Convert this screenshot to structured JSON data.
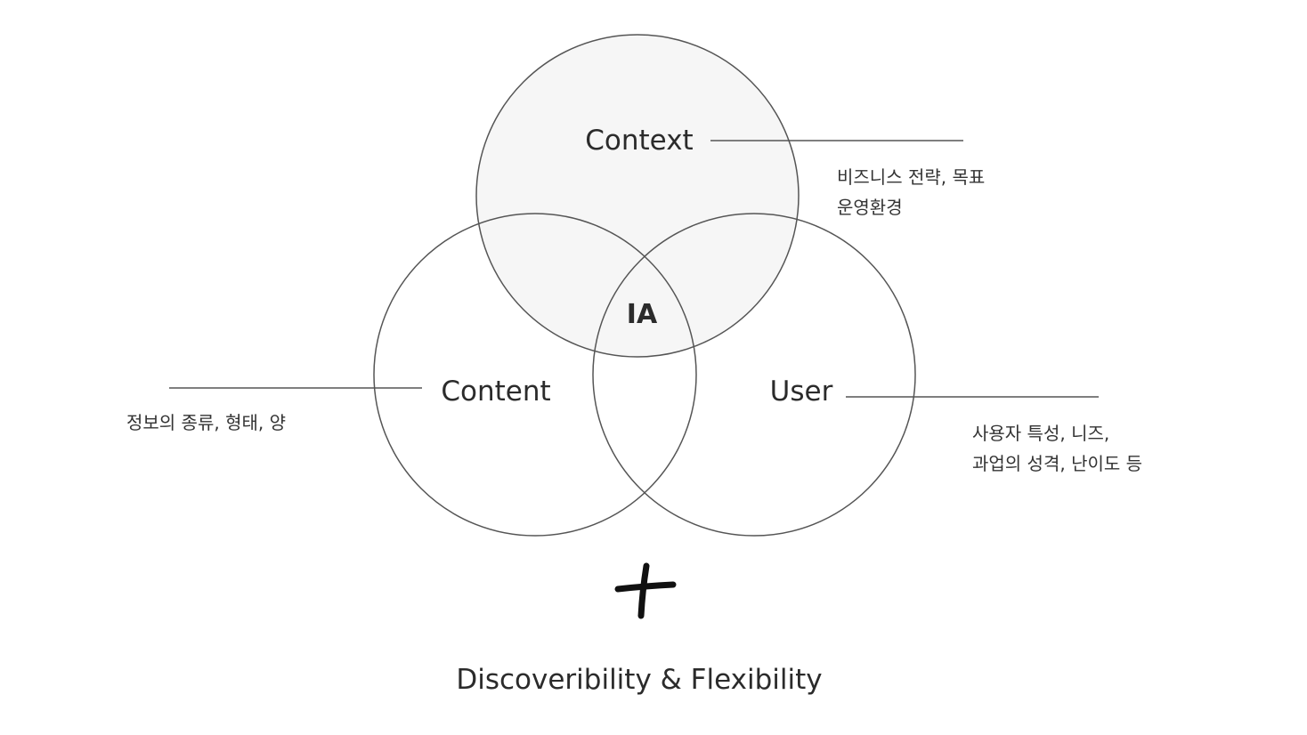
{
  "diagram": {
    "circles": {
      "context": {
        "label": "Context",
        "note_lines": [
          "비즈니스 전략, 목표",
          "운영환경"
        ]
      },
      "content": {
        "label": "Content",
        "note_lines": [
          "정보의 종류, 형태, 양"
        ]
      },
      "user": {
        "label": "User",
        "note_lines": [
          "사용자 특성, 니즈,",
          "과업의 성격, 난이도 등"
        ]
      }
    },
    "center_label": "IA",
    "plus_symbol": "+",
    "footer": "Discoveribility & Flexibility"
  },
  "colors": {
    "stroke": "#555555",
    "context_fill": "#f6f6f6",
    "text": "#2b2b2b"
  }
}
